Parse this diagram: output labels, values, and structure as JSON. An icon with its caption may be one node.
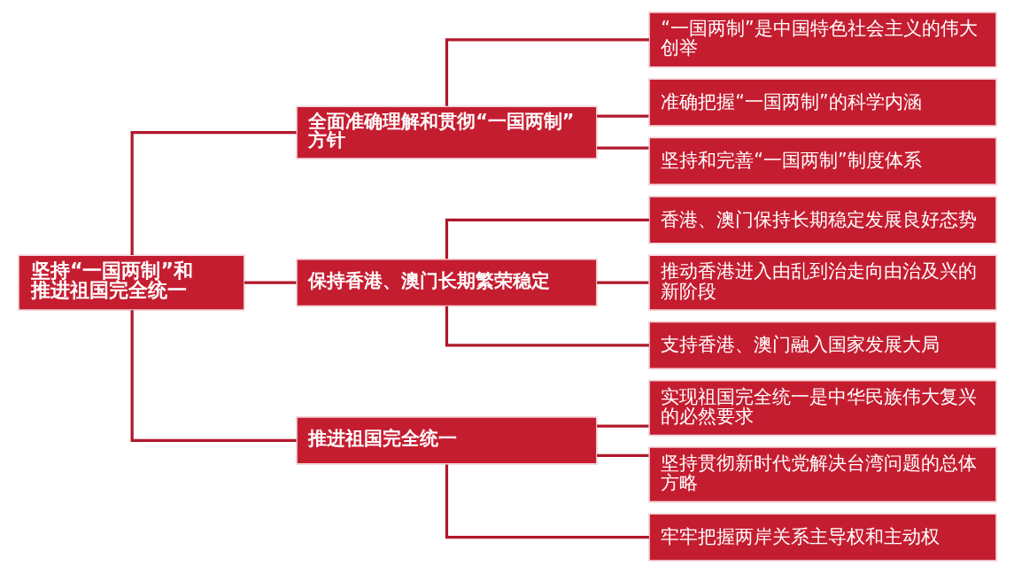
{
  "diagram": {
    "nodes": [
      {
        "text": [
          "坚持“一国两制”和推进祖国完全统一"
        ]
      },
      {
        "text": [
          "全面准确理解和贯彻“一国两制”方针"
        ]
      },
      {
        "text": [
          "“一国两制”是中国特色社会主义的伟大创举"
        ]
      },
      {
        "text": [
          "准确把握“一国两制”的科学内涵"
        ]
      },
      {
        "text": [
          "坚持和完善“一国两制”制度体系"
        ]
      },
      {
        "text": [
          "保持香港、澳门长期繁荣稳定"
        ]
      },
      {
        "text": [
          "香港、澳门保持长期稳定发展良好态势"
        ]
      },
      {
        "text": [
          "推动香港进入由乱到治走向由治及兴的新阶段"
        ]
      },
      {
        "text": [
          "支持香港、澳门融入国家发展大局"
        ]
      },
      {
        "text": [
          "推进祖国完全统一"
        ]
      },
      {
        "text": [
          "实现祖国完全统一是中华民族伟大复兴的必然要求"
        ]
      },
      {
        "text": [
          "坚持贯彻新时代党解决台湾问题的总体方略"
        ]
      },
      {
        "text": [
          "牢牢把握两岸关系主导权和主动权"
        ]
      }
    ],
    "edges": [
      {
        "from": 0,
        "to": 1,
        "arrow": "none"
      },
      {
        "from": 0,
        "to": 5,
        "arrow": "none"
      },
      {
        "from": 0,
        "to": 9,
        "arrow": "none"
      },
      {
        "from": 1,
        "to": 2,
        "arrow": "none"
      },
      {
        "from": 1,
        "to": 3,
        "arrow": "none"
      },
      {
        "from": 1,
        "to": 4,
        "arrow": "none"
      },
      {
        "from": 5,
        "to": 6,
        "arrow": "none"
      },
      {
        "from": 5,
        "to": 7,
        "arrow": "none"
      },
      {
        "from": 5,
        "to": 8,
        "arrow": "none"
      },
      {
        "from": 9,
        "to": 10,
        "arrow": "none"
      },
      {
        "from": 9,
        "to": 11,
        "arrow": "none"
      },
      {
        "from": 9,
        "to": 12,
        "arrow": "none"
      }
    ]
  }
}
